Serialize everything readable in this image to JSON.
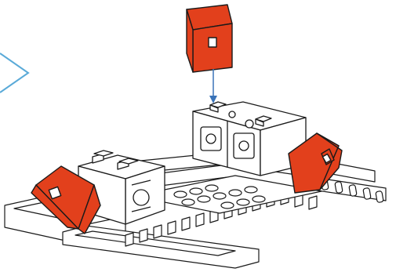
{
  "diagram": {
    "kind": "assembly-instruction",
    "colors": {
      "accent": "#e2401c",
      "outline": "#1a1a1a",
      "arrow": "#3a73b8",
      "pointer": "#5aaad8",
      "plate": "#ffffff",
      "slot": "#d9d9d9"
    },
    "icons": [
      "pointer-chevron",
      "drop-arrow",
      "building-block",
      "red-angle-block",
      "base-plate"
    ]
  }
}
